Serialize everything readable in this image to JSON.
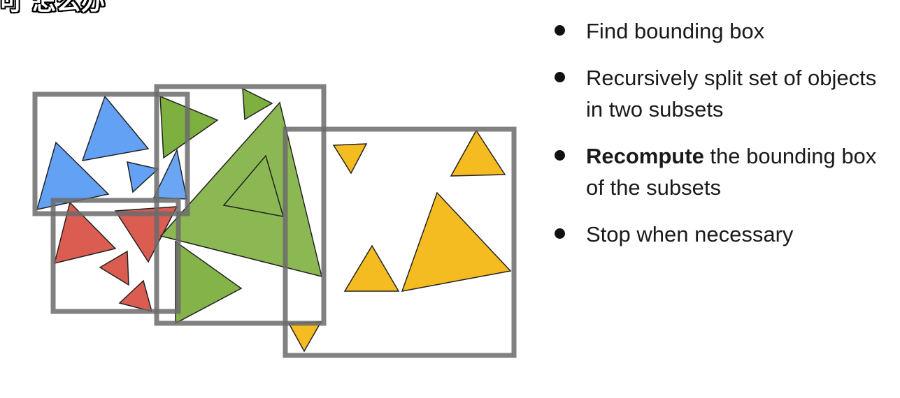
{
  "caption": "可 怎么办",
  "bullets": [
    {
      "bold": "",
      "text": "Find bounding box"
    },
    {
      "bold": "",
      "text": "Recursively split set of objects in two subsets"
    },
    {
      "bold": "Recompute",
      "text": " the bounding box of the subsets"
    },
    {
      "bold": "",
      "text": "Stop when necessary"
    }
  ],
  "colors": {
    "blue": "#5b9cf3",
    "red": "#d95448",
    "green": "#77ac35",
    "yellow": "#f5bc22",
    "box": "#6b6b6b"
  }
}
